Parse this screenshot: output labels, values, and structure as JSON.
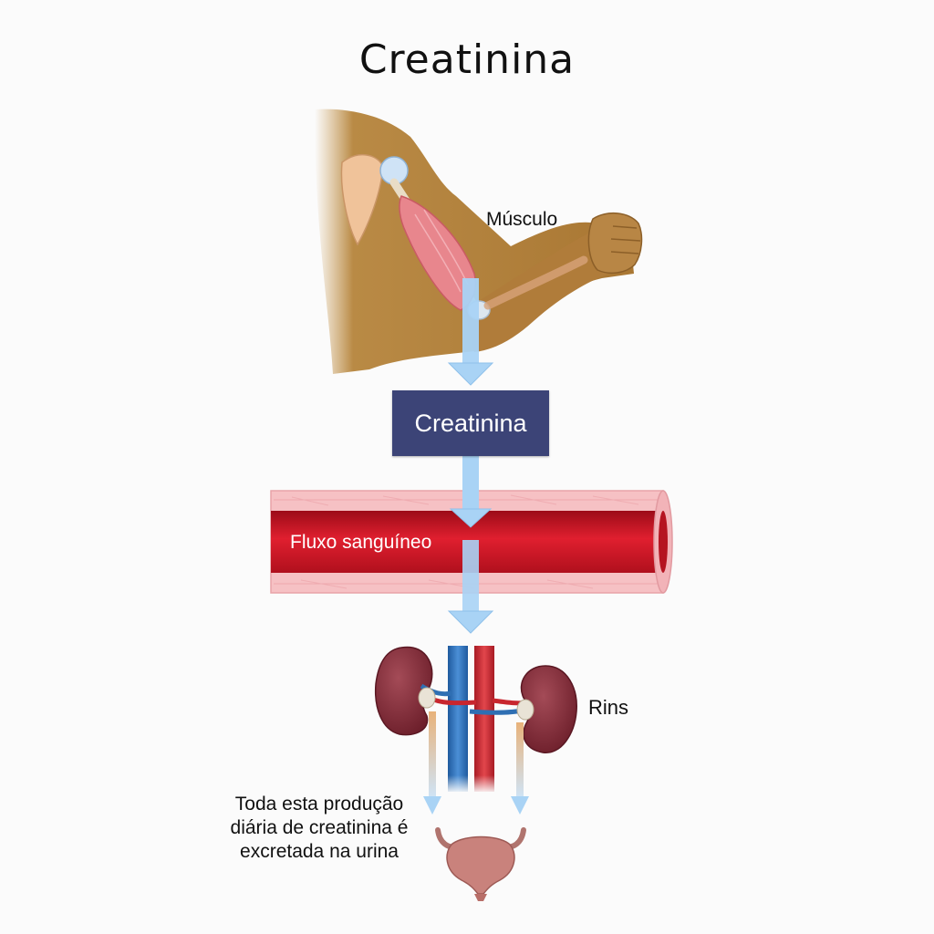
{
  "title": "Creatinina",
  "labels": {
    "muscle": "Músculo",
    "box": "Creatinina",
    "blood_flow": "Fluxo sanguíneo",
    "kidneys": "Rins"
  },
  "note": {
    "lines": [
      "Toda esta produção",
      "diária de creatinina é",
      "excretada na urina"
    ]
  },
  "colors": {
    "box": "#3c4477",
    "arrow": "#a9d3f5",
    "blood": "#d6182c",
    "vessel_wall": "#f6c1c4",
    "skin": "#b5833f",
    "muscle": "#e8868d",
    "kidney": "#7e2a36",
    "vein": "#2f6fb3",
    "artery": "#c8262e",
    "bladder": "#c9827c"
  },
  "icons": {
    "arm": "flexed-arm-icon",
    "kidneys": "kidneys-icon",
    "bladder": "bladder-icon"
  }
}
